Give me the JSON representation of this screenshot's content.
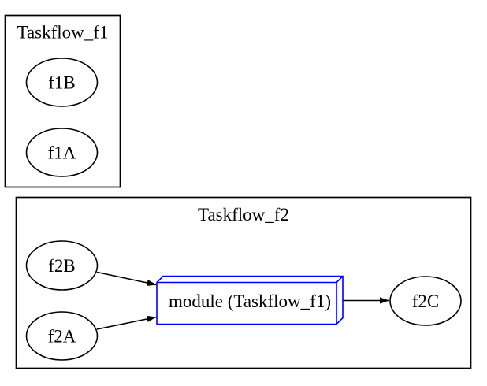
{
  "diagram": {
    "kind": "taskflow-graph",
    "background": "#ffffff",
    "colors": {
      "cluster_stroke": "#000000",
      "node_stroke": "#000000",
      "module_stroke": "#0000ff",
      "edge": "#000000",
      "text": "#000000"
    },
    "clusters": [
      {
        "label": "Taskflow_f1",
        "nodes": [
          {
            "label": "f1B",
            "shape": "ellipse"
          },
          {
            "label": "f1A",
            "shape": "ellipse"
          }
        ],
        "edges": []
      },
      {
        "label": "Taskflow_f2",
        "nodes": [
          {
            "label": "f2B",
            "shape": "ellipse"
          },
          {
            "label": "f2A",
            "shape": "ellipse"
          },
          {
            "label": "module (Taskflow_f1)",
            "shape": "box3d"
          },
          {
            "label": "f2C",
            "shape": "ellipse"
          }
        ],
        "edges": [
          {
            "from": "f2B",
            "to": "module (Taskflow_f1)"
          },
          {
            "from": "f2A",
            "to": "module (Taskflow_f1)"
          },
          {
            "from": "module (Taskflow_f1)",
            "to": "f2C"
          }
        ]
      }
    ]
  }
}
